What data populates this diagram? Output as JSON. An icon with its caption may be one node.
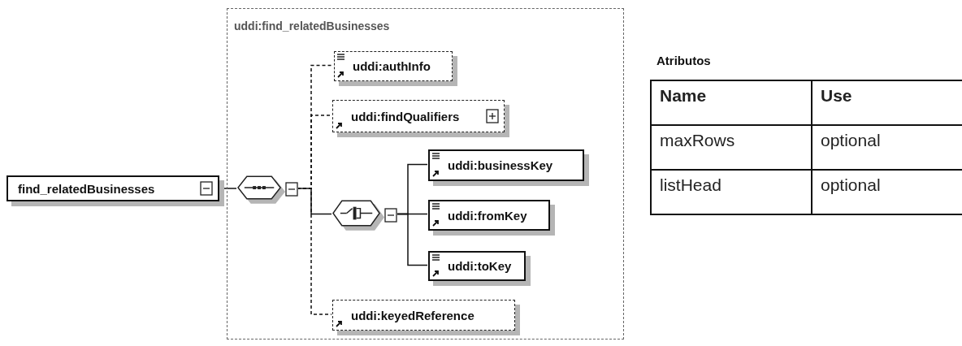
{
  "diagram": {
    "nodes": [
      {
        "text": [
          "find_relatedBusinesses"
        ]
      },
      {
        "text": [
          "uddi:find_relatedBusinesses"
        ]
      },
      {
        "text": [],
        "shape": "octagon",
        "in": 1
      },
      {
        "text": [
          "uddi:authInfo"
        ],
        "in": 1
      },
      {
        "text": [
          "uddi:findQualifiers"
        ],
        "in": 1
      },
      {
        "text": [],
        "shape": "octagon",
        "in": 1
      },
      {
        "text": [
          "uddi:businessKey"
        ],
        "in": 1
      },
      {
        "text": [
          "uddi:fromKey"
        ],
        "in": 1
      },
      {
        "text": [
          "uddi:toKey"
        ],
        "in": 1
      },
      {
        "text": [
          "uddi:keyedReference"
        ],
        "in": 1
      }
    ],
    "edges": [
      {
        "from": 0,
        "to": 2,
        "arrow": "none"
      },
      {
        "from": 2,
        "to": 3,
        "arrow": "none",
        "style": "dashed"
      },
      {
        "from": 2,
        "to": 4,
        "arrow": "none",
        "style": "dashed"
      },
      {
        "from": 2,
        "to": 5,
        "arrow": "none"
      },
      {
        "from": 2,
        "to": 9,
        "arrow": "none",
        "style": "dashed"
      },
      {
        "from": 5,
        "to": 6,
        "arrow": "none"
      },
      {
        "from": 5,
        "to": 7,
        "arrow": "none"
      },
      {
        "from": 5,
        "to": 8,
        "arrow": "none"
      }
    ],
    "labels": [
      "Atributos",
      "Name",
      "Use",
      "maxRows",
      "optional",
      "listHead",
      "optional"
    ]
  }
}
